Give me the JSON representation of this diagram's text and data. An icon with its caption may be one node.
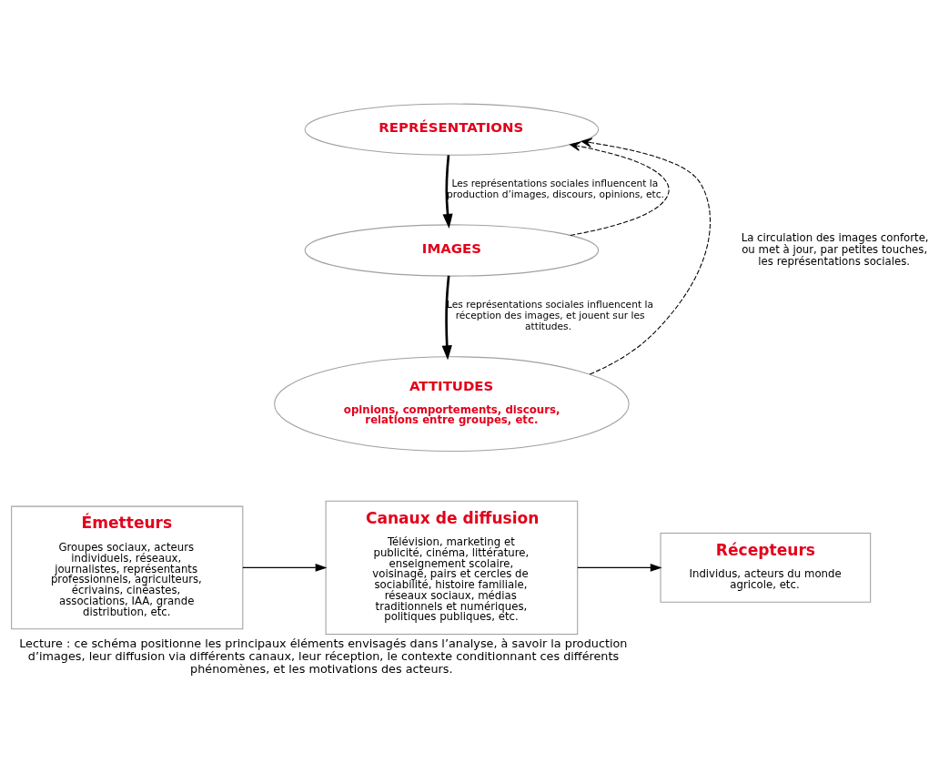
{
  "diagram": {
    "caption": "Lecture : ce schéma positionne les principaux éléments envisagés dans l’analyse, à savoir la production d’images, leur diffusion via différents canaux, leur réception, le contexte conditionnant ces différents phénomènes, et les motivations des acteurs.",
    "nodes": [
      {
        "text": [
          "REPRÉSENTATIONS"
        ]
      },
      {
        "text": [
          "IMAGES"
        ]
      },
      {
        "text": [
          "ATTITUDES",
          "opinions, comportements, discours, relations entre groupes, etc."
        ]
      },
      {
        "text": [
          "Émetteurs",
          "Groupes sociaux, acteurs individuels, réseaux, journalistes, représentants professionnels, agriculteurs, écrivains, cinéastes, associations, IAA, grande distribution, etc."
        ]
      },
      {
        "text": [
          "Canaux de diffusion",
          "Télévision, marketing et publicité, cinéma, littérature, enseignement scolaire, voisinage, pairs et cercles de sociabilité, histoire familiale, réseaux sociaux, médias traditionnels et numériques, politiques publiques, etc."
        ]
      },
      {
        "text": [
          "Récepteurs",
          "Individus, acteurs du monde agricole, etc."
        ]
      }
    ],
    "edges": [
      {
        "from": 0,
        "to": 1,
        "arrow": "to",
        "style": "thick",
        "label": "Les représentations sociales influencent la production d’images, discours, opinions, etc."
      },
      {
        "from": 1,
        "to": 2,
        "arrow": "to",
        "style": "thick",
        "label": "Les représentations sociales influencent la réception des images, et jouent sur les attitudes."
      },
      {
        "from": 1,
        "to": 0,
        "arrow": "to",
        "style": "dashed"
      },
      {
        "from": 2,
        "to": 0,
        "arrow": "to",
        "style": "dashed"
      },
      {
        "from": 3,
        "to": 4,
        "arrow": "to"
      },
      {
        "from": 4,
        "to": 5,
        "arrow": "to"
      }
    ],
    "labels": [
      "La circulation des images conforte, ou met à jour, par petites touches, les représentations sociales."
    ]
  }
}
